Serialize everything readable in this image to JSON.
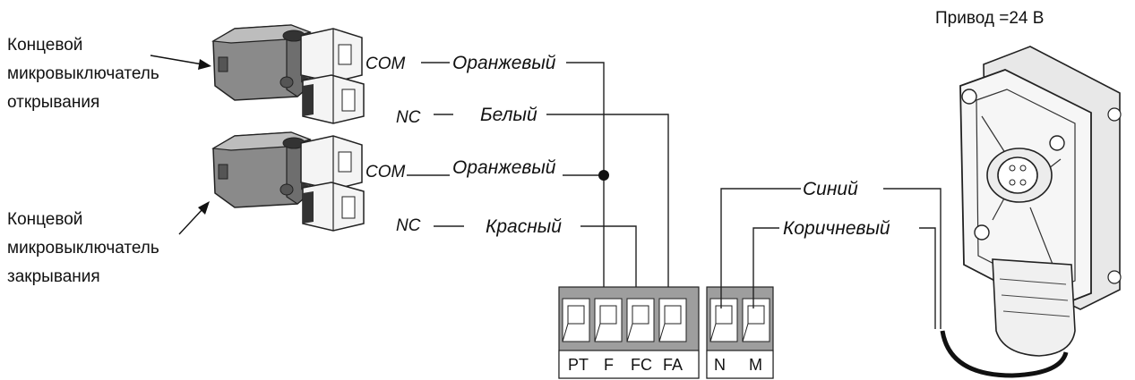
{
  "motor": {
    "label": "Привод =24 В"
  },
  "switches": {
    "opening": {
      "label_lines": [
        "Концевой",
        "микровыключатель",
        "открывания"
      ]
    },
    "closing": {
      "label_lines": [
        "Концевой",
        "микровыключатель",
        "закрывания"
      ]
    }
  },
  "pins": {
    "com_upper": "COM",
    "nc_upper": "NC",
    "com_lower": "COM",
    "nc_lower": "NC"
  },
  "wires": {
    "orange_1": "Оранжевый",
    "white": "Белый",
    "orange_2": "Оранжевый",
    "red": "Красный",
    "blue": "Синий",
    "brown": "Коричневый"
  },
  "terminal_block_1": [
    "PT",
    "F",
    "FC",
    "FA"
  ],
  "terminal_block_2": [
    "N",
    "M"
  ]
}
